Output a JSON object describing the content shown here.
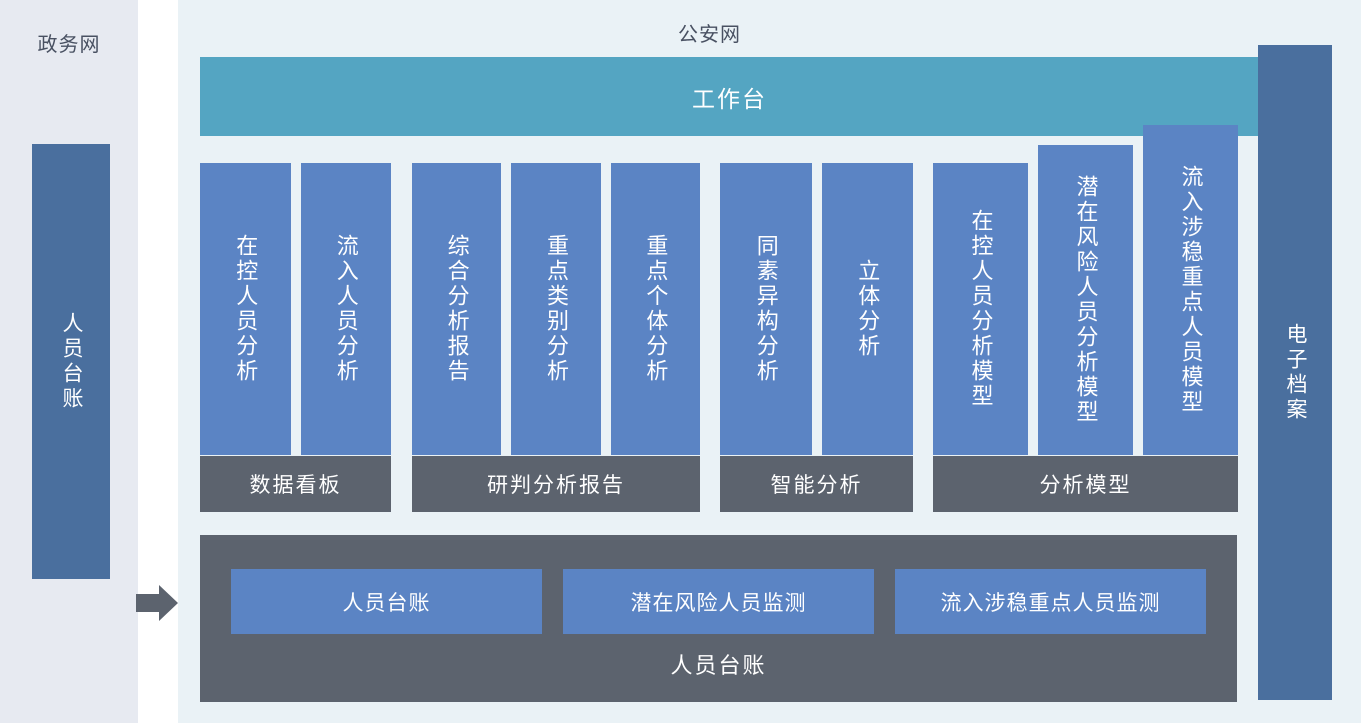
{
  "left_panel": {
    "title": "政务网",
    "ledger_bar_label": "人员台账"
  },
  "flow_arrow": {
    "icon": "arrow-right-icon"
  },
  "main_panel": {
    "title": "公安网",
    "workbench_label": "工作台",
    "groups": [
      {
        "footer_label": "数据看板",
        "columns": [
          {
            "label": "在控人员分析",
            "height": "normal"
          },
          {
            "label": "流入人员分析",
            "height": "normal"
          }
        ]
      },
      {
        "footer_label": "研判分析报告",
        "columns": [
          {
            "label": "综合分析报告",
            "height": "normal"
          },
          {
            "label": "重点类别分析",
            "height": "normal"
          },
          {
            "label": "重点个体分析",
            "height": "normal"
          }
        ]
      },
      {
        "footer_label": "智能分析",
        "columns": [
          {
            "label": "同素异构分析",
            "height": "normal"
          },
          {
            "label": "立体分析",
            "height": "normal"
          }
        ]
      },
      {
        "footer_label": "分析模型",
        "columns": [
          {
            "label": "在控人员分析模型",
            "height": "normal"
          },
          {
            "label": "潜在风险人员分析模型",
            "height": "tall-1"
          },
          {
            "label": "流入涉稳重点人员模型",
            "height": "tall-2"
          }
        ]
      }
    ],
    "ledger_panel": {
      "panel_label": "人员台账",
      "buttons": [
        "人员台账",
        "潜在风险人员监测",
        "流入涉稳重点人员监测"
      ]
    }
  },
  "right_panel": {
    "archive_bar_label": "电子档案"
  },
  "colors": {
    "left_panel_bg": "#e7eaf1",
    "main_panel_bg": "#eaf2f6",
    "workbench_teal": "#54a5c2",
    "card_blue": "#5b84c4",
    "bar_blue": "#4a6f9e",
    "footer_gray": "#5c636e",
    "title_text": "#495162"
  }
}
